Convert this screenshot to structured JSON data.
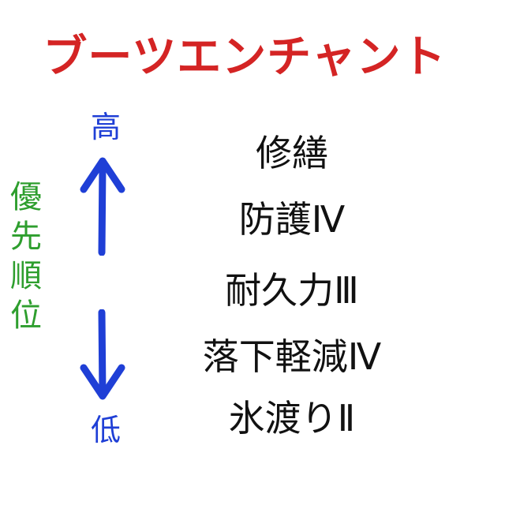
{
  "title": "ブーツエンチャント",
  "side_label": "優先順位",
  "arrow_high_label": "高",
  "arrow_low_label": "低",
  "items": [
    {
      "label": "修繕"
    },
    {
      "label": "防護Ⅳ"
    },
    {
      "label": "耐久力Ⅲ"
    },
    {
      "label": "落下軽減Ⅳ"
    },
    {
      "label": "氷渡りⅡ"
    }
  ],
  "colors": {
    "title": "#d42424",
    "side_label": "#2e9e2e",
    "arrows": "#1f3fd6",
    "items": "#111111"
  }
}
